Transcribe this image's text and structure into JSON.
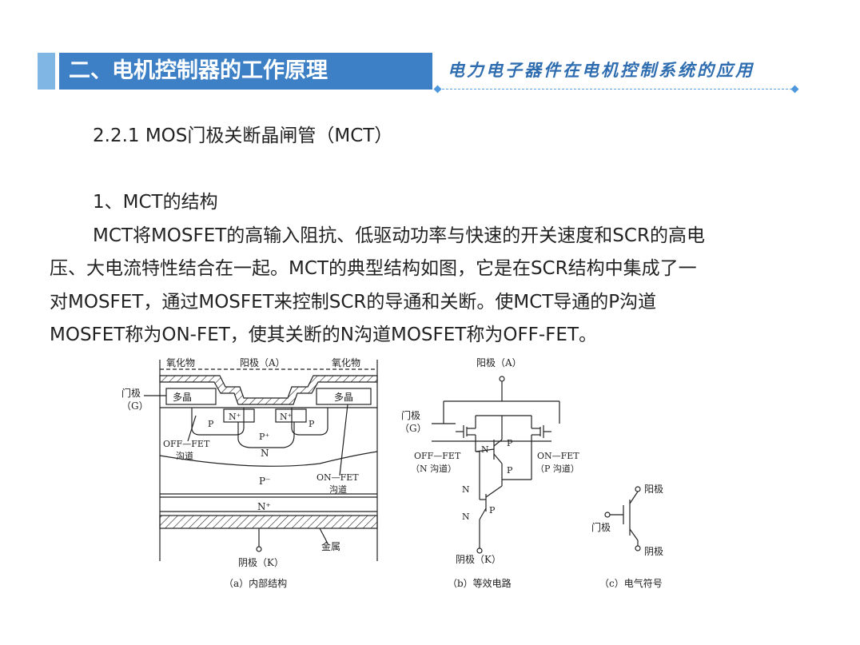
{
  "header": {
    "title": "二、电机控制器的工作原理",
    "subtitle": "电力电子器件在电机控制系统的应用",
    "colors": {
      "bar": "#3d80c6",
      "accent": "#7fb6e4",
      "subtitle": "#2f6db1"
    }
  },
  "content": {
    "section": "2.2.1 MOS门极关断晶闸管（MCT）",
    "heading": "1、MCT的结构",
    "para_lines": [
      "MCT将MOSFET的高输入阻抗、低驱动功率与快速的开关速度和SCR的高电",
      "压、大电流特性结合在一起。MCT的典型结构如图，它是在SCR结构中集成了一",
      "对MOSFET，通过MOSFET来控制SCR的导通和关断。使MCT导通的P沟道",
      "MOSFET称为ON-FET，使其关断的N沟道MOSFET称为OFF-FET。"
    ]
  },
  "figure": {
    "a": {
      "caption": "（a）内部结构",
      "oxide_left": "氧化物",
      "oxide_right": "氧化物",
      "anode": "阳极（A）",
      "gate": "门极",
      "gate_g": "（G）",
      "poly_left": "多晶",
      "poly_right": "多晶",
      "p": "P",
      "n_plus": "N⁺",
      "p_plus": "P⁺",
      "n": "N",
      "p_minus": "P⁻",
      "off_fet": "OFF—FET",
      "off_channel": "沟道",
      "on_fet": "ON—FET",
      "on_channel": "沟道",
      "metal": "金属",
      "cathode": "阴极（K）"
    },
    "b": {
      "caption": "（b）等效电路",
      "anode": "阳极（A）",
      "gate": "门极",
      "gate_g": "（G）",
      "off_fet": "OFF—FET",
      "off_sub": "（N 沟道）",
      "on_fet": "ON—FET",
      "on_sub": "（P 沟道）",
      "n": "N",
      "p": "P",
      "cathode": "阴极（K）"
    },
    "c": {
      "caption": "（c）电气符号",
      "anode": "阳极",
      "gate": "门极",
      "cathode": "阴极"
    }
  }
}
